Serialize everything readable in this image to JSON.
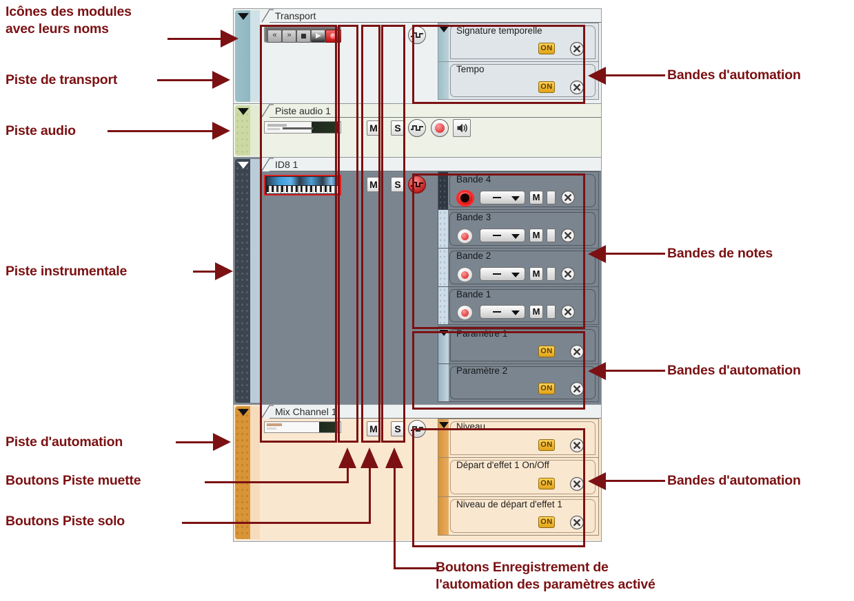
{
  "annotations": {
    "top_left_1": "Icônes des modules\navec leurs noms",
    "left_transport": "Piste de transport",
    "left_audio": "Piste audio",
    "left_instrument": "Piste instrumentale",
    "left_automation_track": "Piste d'automation",
    "left_mute": "Boutons Piste muette",
    "left_solo": "Boutons Piste solo",
    "right_auto_1": "Bandes d'automation",
    "right_notes": "Bandes de notes",
    "right_auto_2": "Bandes d'automation",
    "right_auto_3": "Bandes d'automation",
    "bottom": "Boutons Enregistrement de\nl'automation des paramètres activé"
  },
  "colors": {
    "annotation": "#7B1113",
    "transport_strip": "#8fb6c0",
    "audio_strip": "#cdd9a4",
    "instrument_strip": "#3c4450",
    "mix_strip": "#d99438",
    "on_button": "#e8ae22",
    "record_red": "#e03b3b"
  },
  "daw": {
    "tracks": [
      {
        "id": "transport",
        "name": "Transport",
        "disclosure": "collapse-triangle",
        "modules": [
          {
            "icon": "rewind-icon",
            "label": "«"
          },
          {
            "icon": "fast-forward-icon",
            "label": "»"
          },
          {
            "icon": "stop-icon",
            "label": "■"
          },
          {
            "icon": "play-icon",
            "label": "▶"
          },
          {
            "icon": "record-icon",
            "label": "●"
          }
        ],
        "buttons": [
          {
            "name": "automation-record-button",
            "icon": "waveform-icon"
          }
        ],
        "lanes": [
          {
            "name": "Signature temporelle",
            "on": "ON",
            "close": "close-icon",
            "disclosure": true
          },
          {
            "name": "Tempo",
            "on": "ON",
            "close": "close-icon",
            "disclosure": false
          }
        ]
      },
      {
        "id": "audio",
        "name": "Piste audio 1",
        "disclosure": "collapse-triangle",
        "buttons": [
          {
            "name": "mute-button",
            "label": "M"
          },
          {
            "name": "solo-button",
            "label": "S"
          },
          {
            "name": "automation-record-button",
            "icon": "waveform-icon"
          },
          {
            "name": "record-arm-button",
            "icon": "record-icon"
          },
          {
            "name": "monitor-button",
            "icon": "speaker-icon"
          }
        ],
        "lanes": []
      },
      {
        "id": "instrument",
        "name": "ID8 1",
        "disclosure": "collapse-triangle",
        "instrument_icon": "keyboard-icon",
        "buttons": [
          {
            "name": "mute-button",
            "label": "M"
          },
          {
            "name": "solo-button",
            "label": "S"
          },
          {
            "name": "automation-record-button",
            "icon": "waveform-icon-active"
          }
        ],
        "note_lanes": [
          {
            "name": "Bande 4",
            "record": "record-icon",
            "combo": "—",
            "mute": "M",
            "slot": "",
            "close": "close-icon",
            "selected": true
          },
          {
            "name": "Bande 3",
            "record": "record-icon",
            "combo": "—",
            "mute": "M",
            "slot": "",
            "close": "close-icon",
            "selected": false
          },
          {
            "name": "Bande 2",
            "record": "record-icon",
            "combo": "—",
            "mute": "M",
            "slot": "",
            "close": "close-icon",
            "selected": false
          },
          {
            "name": "Bande 1",
            "record": "record-icon",
            "combo": "—",
            "mute": "M",
            "slot": "",
            "close": "close-icon",
            "selected": false
          }
        ],
        "param_lanes": [
          {
            "name": "Paramètre 1",
            "on": "ON",
            "close": "close-icon",
            "disclosure": true
          },
          {
            "name": "Paramètre 2",
            "on": "ON",
            "close": "close-icon",
            "disclosure": false
          }
        ]
      },
      {
        "id": "mix-channel",
        "name": "Mix Channel 1",
        "disclosure": "collapse-triangle",
        "buttons": [
          {
            "name": "mute-button",
            "label": "M"
          },
          {
            "name": "solo-button",
            "label": "S"
          },
          {
            "name": "automation-record-button",
            "icon": "waveform-icon"
          }
        ],
        "lanes": [
          {
            "name": "Niveau",
            "on": "ON",
            "close": "close-icon",
            "disclosure": true
          },
          {
            "name": "Départ d'effet 1 On/Off",
            "on": "ON",
            "close": "close-icon",
            "disclosure": false
          },
          {
            "name": "Niveau de départ d'effet 1",
            "on": "ON",
            "close": "close-icon",
            "disclosure": false
          }
        ]
      }
    ]
  }
}
